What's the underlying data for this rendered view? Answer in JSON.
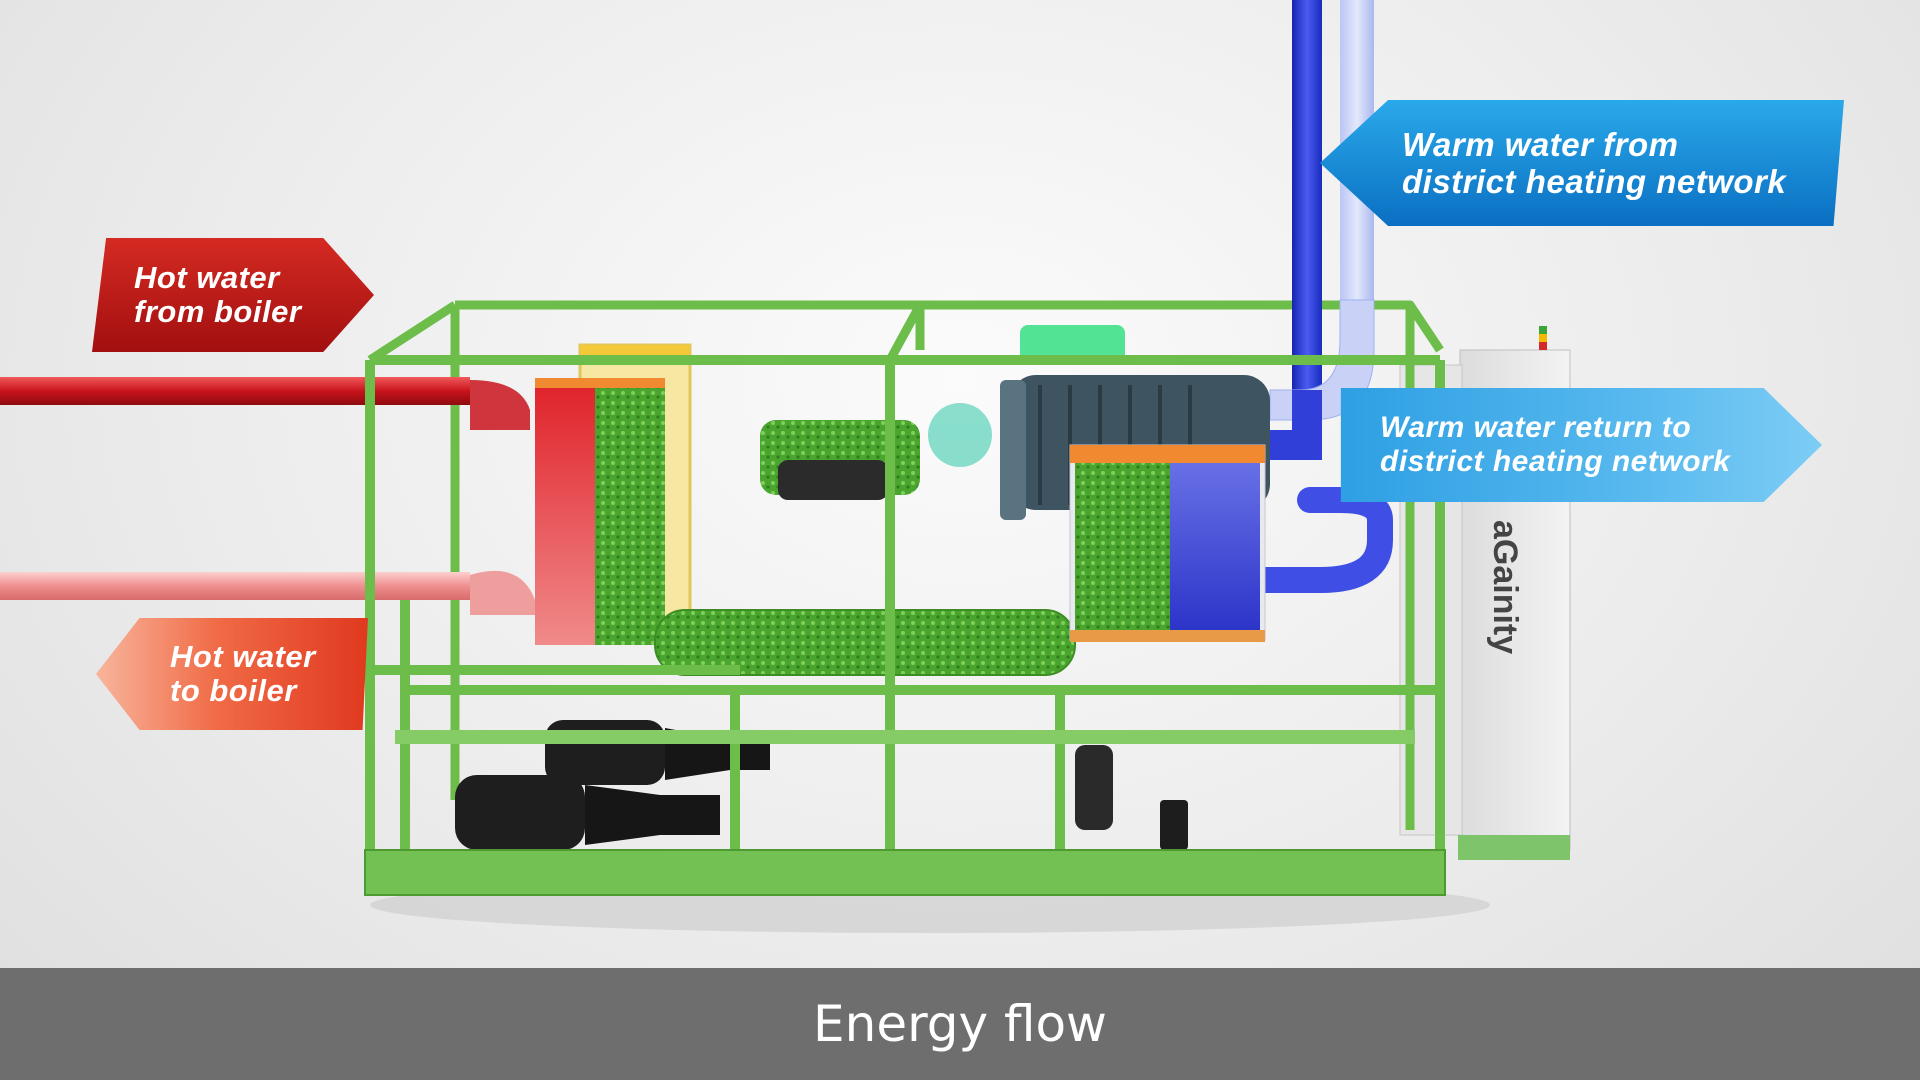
{
  "labels": {
    "hot_from_boiler": [
      "Hot water",
      "from boiler"
    ],
    "hot_to_boiler": [
      "Hot water",
      "to boiler"
    ],
    "warm_from_network": [
      "Warm water from",
      "district heating network"
    ],
    "warm_return_network": [
      "Warm water return to",
      "district heating network"
    ]
  },
  "brand": "aGainity",
  "caption": "Energy flow",
  "colors": {
    "frame": "#6cbd4a",
    "hot_pipe": "#d8262b",
    "return_pipe": "#f1a3a3",
    "warm_pipe": "#2f3fd8",
    "caption_bar": "#6e6e6e"
  },
  "icons": [
    "status-light-icon"
  ]
}
